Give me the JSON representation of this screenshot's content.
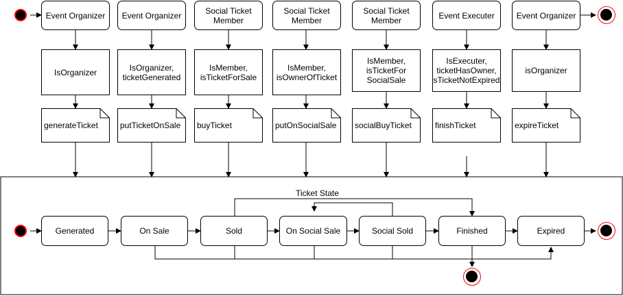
{
  "actors": [
    {
      "label": "Event Organizer"
    },
    {
      "label": "Event Organizer"
    },
    {
      "label": "Social Ticket\nMember"
    },
    {
      "label": "Social Ticket\nMember"
    },
    {
      "label": "Social Ticket\nMember"
    },
    {
      "label": "Event Executer"
    },
    {
      "label": "Event Organizer"
    }
  ],
  "conditions": [
    {
      "label": "IsOrganizer"
    },
    {
      "label": "IsOrganizer,\nticketGenerated"
    },
    {
      "label": "IsMember,\nisTicketForSale"
    },
    {
      "label": "IsMember,\nisOwnerOfTicket"
    },
    {
      "label": "IsMember,\nisTicketFor\nSocialSale"
    },
    {
      "label": "IsExecuter,\nticketHasOwner,\nsTicketNotExpired"
    },
    {
      "label": "isOrganizer"
    }
  ],
  "actions": [
    {
      "label": "generateTicket"
    },
    {
      "label": "putTicketOnSale"
    },
    {
      "label": "buyTicket"
    },
    {
      "label": "putOnSocialSale"
    },
    {
      "label": "socialBuyTicket"
    },
    {
      "label": "finishTicket"
    },
    {
      "label": "expireTicket"
    }
  ],
  "state_machine": {
    "title": "Ticket State",
    "states": [
      {
        "label": "Generated"
      },
      {
        "label": "On Sale"
      },
      {
        "label": "Sold"
      },
      {
        "label": "On Social Sale"
      },
      {
        "label": "Social Sold"
      },
      {
        "label": "Finished"
      },
      {
        "label": "Expired"
      }
    ]
  },
  "colors": {
    "line": "#000000",
    "dot_border": "#ff0000",
    "fill": "#ffffff"
  }
}
